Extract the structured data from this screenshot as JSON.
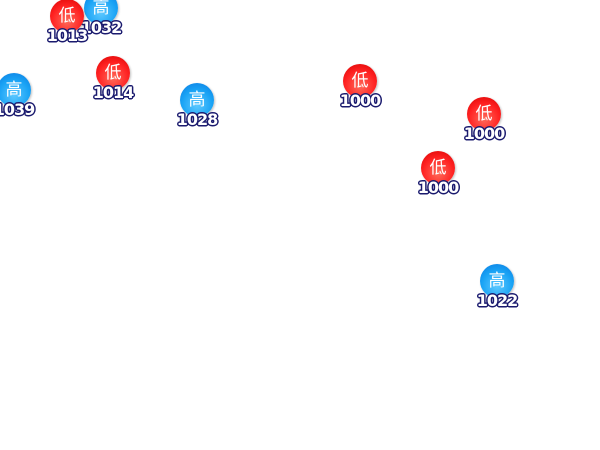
{
  "colors": {
    "low": "#f22222",
    "high": "#19a3f5",
    "label_outline": "#1a1a6e"
  },
  "markers": [
    {
      "type": "high",
      "symbol": "高",
      "value": "1032"
    },
    {
      "type": "low",
      "symbol": "低",
      "value": "1013"
    },
    {
      "type": "high",
      "symbol": "高",
      "value": "1039"
    },
    {
      "type": "low",
      "symbol": "低",
      "value": "1014"
    },
    {
      "type": "high",
      "symbol": "高",
      "value": "1028"
    },
    {
      "type": "low",
      "symbol": "低",
      "value": "1000"
    },
    {
      "type": "low",
      "symbol": "低",
      "value": "1000"
    },
    {
      "type": "low",
      "symbol": "低",
      "value": "1000"
    },
    {
      "type": "high",
      "symbol": "高",
      "value": "1022"
    }
  ]
}
